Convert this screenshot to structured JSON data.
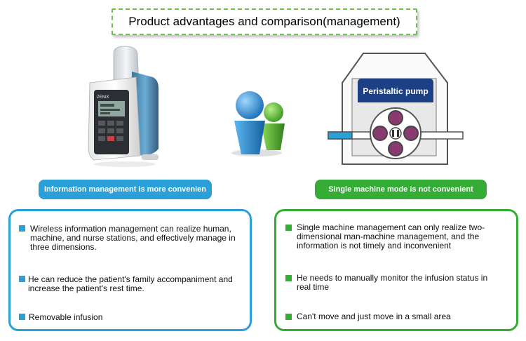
{
  "title": "Product advantages and comparison(management)",
  "device_brand": "ZENIX",
  "pump": {
    "label": "Peristaltic pump"
  },
  "left": {
    "heading": "Information management is more convenien",
    "bullets": [
      "Wireless information management can realize human, machine, and nurse stations, and effectively manage in three dimensions.",
      "He can reduce the patient's family accompaniment and increase the patient's rest time.",
      "Removable infusion"
    ]
  },
  "right": {
    "heading": "Single machine mode is not convenient",
    "bullets": [
      "Single machine management can only realize two-dimensional man-machine management, and the information is not timely and inconvenient",
      "He needs to manually monitor the infusion status in real time",
      "Can't move and just move in a small area"
    ]
  },
  "colors": {
    "blue": "#2a9fd8",
    "green": "#35ac35",
    "pump_navy": "#1c3f85",
    "roller": "#8b3a70"
  }
}
